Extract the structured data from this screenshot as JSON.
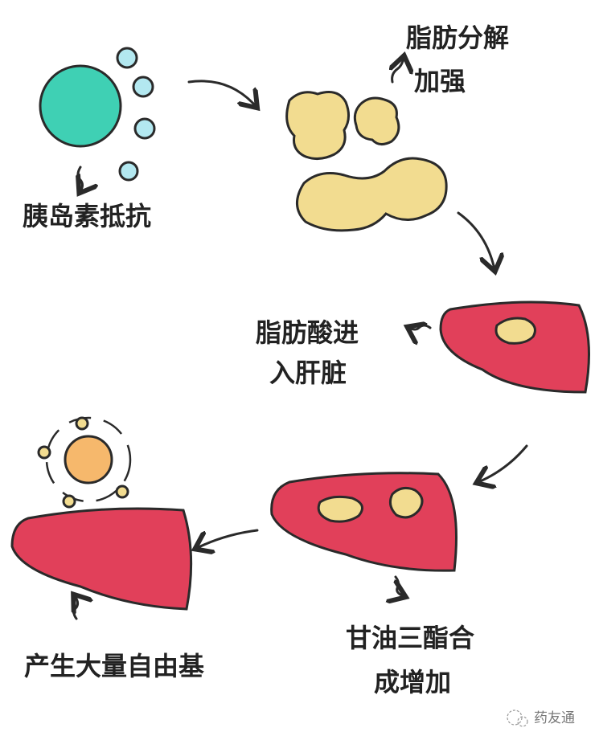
{
  "labels": {
    "insulin_resistance": "胰岛素抵抗",
    "lipolysis_line1": "脂肪分解",
    "lipolysis_line2": "加强",
    "fatty_acid_line1": "脂肪酸进",
    "fatty_acid_line2": "入肝脏",
    "triglyceride_line1": "甘油三酯合",
    "triglyceride_line2": "成增加",
    "free_radicals": "产生大量自由基"
  },
  "watermark": "药友通",
  "colors": {
    "cell": "#3fd0b4",
    "insulin": "#b3e8f0",
    "fat": "#f2dc90",
    "liver": "#e1405a",
    "radical": "#f6b86c"
  }
}
